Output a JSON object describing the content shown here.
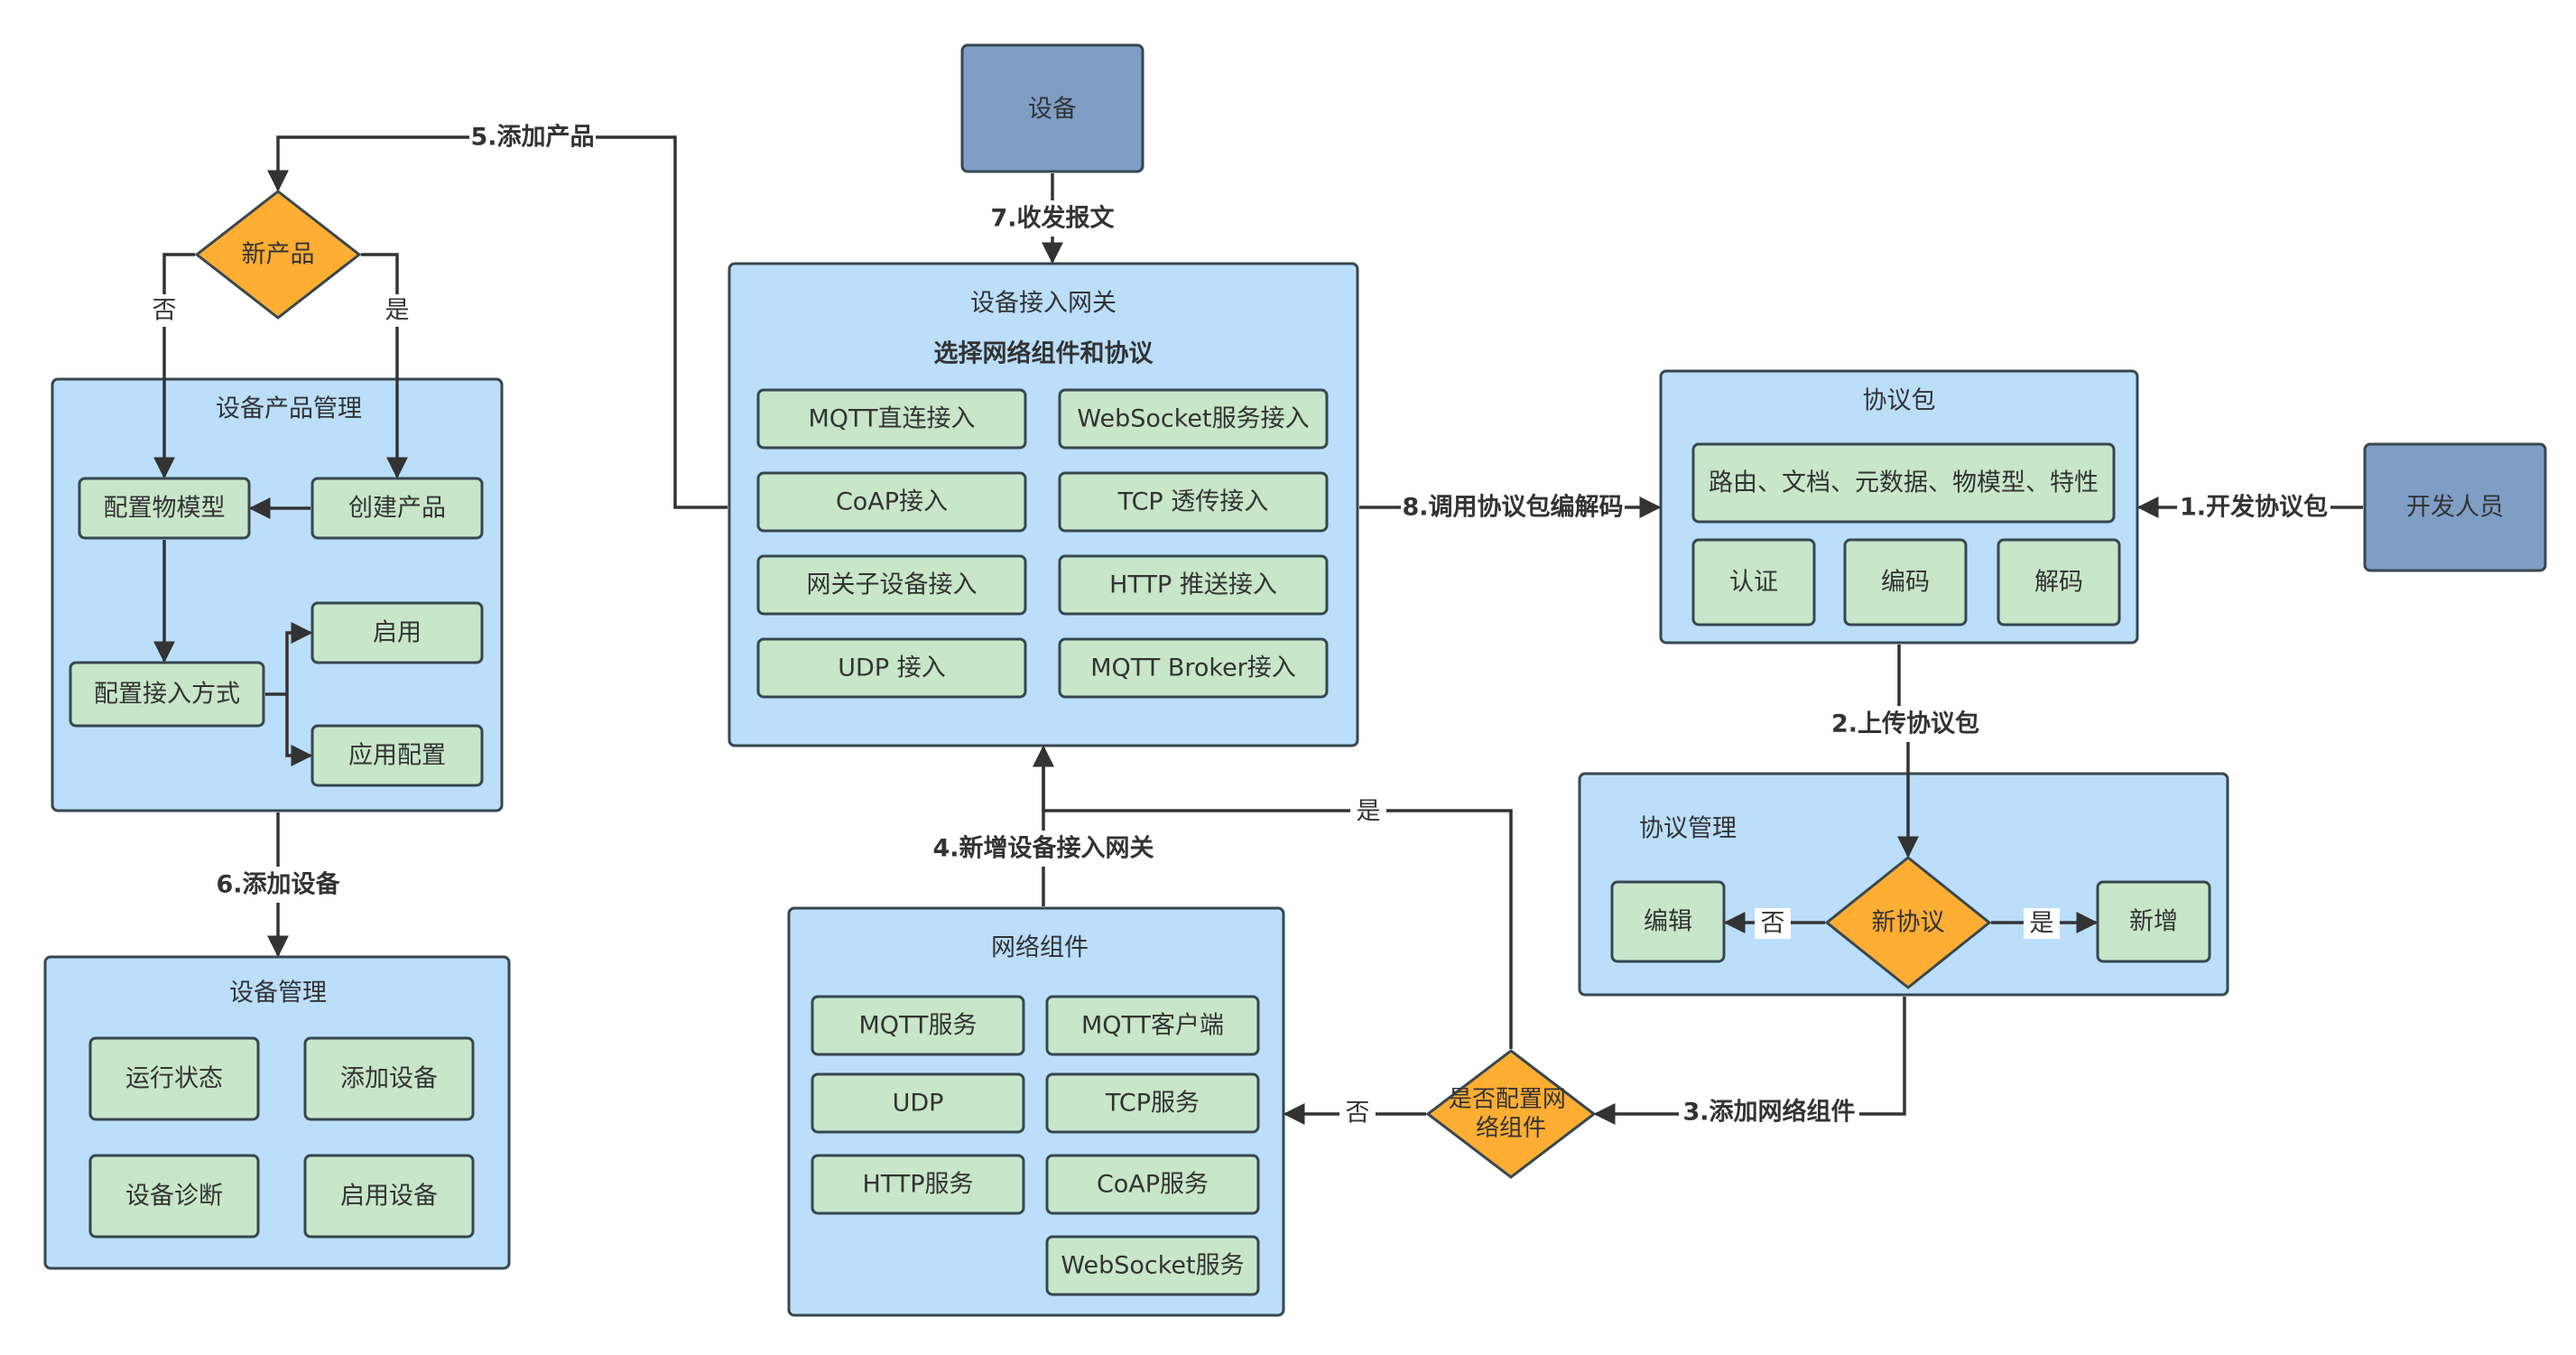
{
  "colors": {
    "container_fill": "#bbdefb",
    "container_stroke": "#37474f",
    "item_fill": "#c8e6c9",
    "item_stroke": "#37474f",
    "actor_fill": "#7f9ec6",
    "actor_stroke": "#37474f",
    "decision_fill": "#ffad33",
    "decision_stroke": "#37474f",
    "line": "#333333",
    "text": "#333333"
  },
  "nodes": {
    "device": "设备",
    "developer": "开发人员",
    "gateway": {
      "title": "设备接入网关",
      "subtitle": "选择网络组件和协议",
      "items": [
        "MQTT直连接入",
        "WebSocket服务接入",
        "CoAP接入",
        "TCP 透传接入",
        "网关子设备接入",
        "HTTP 推送接入",
        "UDP 接入",
        "MQTT Broker接入"
      ]
    },
    "protocol_pkg": {
      "title": "协议包",
      "features": "路由、文档、元数据、物模型、特性",
      "auth": "认证",
      "encode": "编码",
      "decode": "解码"
    },
    "protocol_mgmt": {
      "title": "协议管理",
      "decision": "新协议",
      "edit": "编辑",
      "add": "新增"
    },
    "network": {
      "title": "网络组件",
      "items": [
        "MQTT服务",
        "MQTT客户端",
        "UDP",
        "TCP服务",
        "HTTP服务",
        "CoAP服务",
        "WebSocket服务"
      ]
    },
    "net_decision": "是否配置网络组件",
    "product_decision": "新产品",
    "product_mgmt": {
      "title": "设备产品管理",
      "config_model": "配置物模型",
      "create_product": "创建产品",
      "config_access": "配置接入方式",
      "enable": "启用",
      "apply_config": "应用配置"
    },
    "device_mgmt": {
      "title": "设备管理",
      "run_status": "运行状态",
      "add_device": "添加设备",
      "diagnosis": "设备诊断",
      "enable_device": "启用设备"
    }
  },
  "edges": {
    "step1": "1.开发协议包",
    "step2": "2.上传协议包",
    "step3": "3.添加网络组件",
    "step4": "4.新增设备接入网关",
    "step5": "5.添加产品",
    "step6": "6.添加设备",
    "step7": "7.收发报文",
    "step8": "8.调用协议包编解码",
    "yes": "是",
    "no": "否"
  }
}
